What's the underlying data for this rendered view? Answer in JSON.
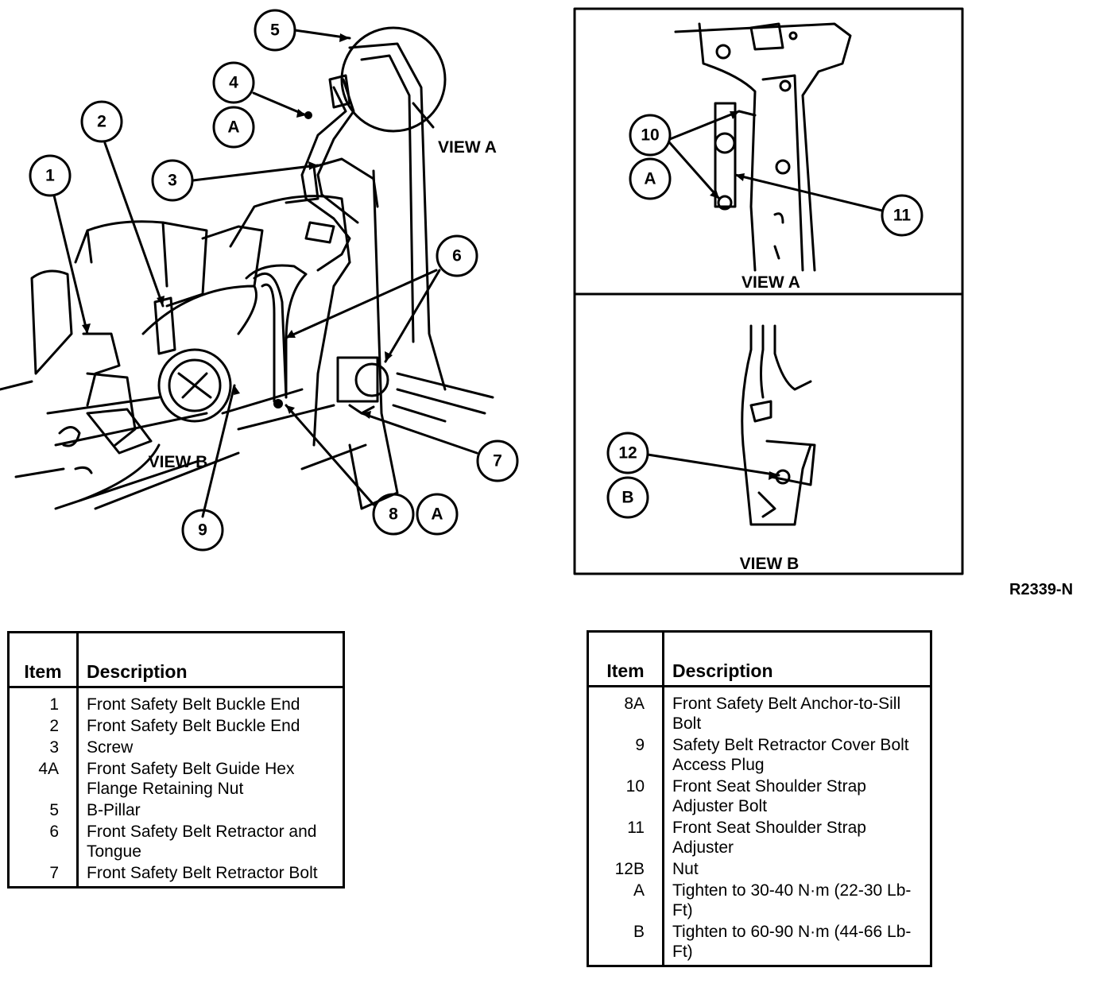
{
  "callouts": {
    "c1": "1",
    "c2": "2",
    "c3": "3",
    "c4": "4",
    "c4a": "A",
    "c5": "5",
    "c6": "6",
    "c7": "7",
    "c8": "8",
    "c8a": "A",
    "c9": "9",
    "c10": "10",
    "c10a": "A",
    "c11": "11",
    "c12": "12",
    "c12b": "B"
  },
  "view_labels": {
    "view_a_main": "VIEW A",
    "view_b_main": "VIEW B",
    "view_a_inset": "VIEW A",
    "view_b_inset": "VIEW B"
  },
  "figure_ref": "R2339-N",
  "table_left": {
    "header_item": "Item",
    "header_description": "Description",
    "rows": [
      {
        "item": "1",
        "description": "Front Safety Belt Buckle End"
      },
      {
        "item": "2",
        "description": "Front Safety Belt Buckle End"
      },
      {
        "item": "3",
        "description": "Screw"
      },
      {
        "item": "4A",
        "description": "Front Safety Belt Guide Hex Flange Retaining Nut"
      },
      {
        "item": "5",
        "description": "B-Pillar"
      },
      {
        "item": "6",
        "description": "Front Safety Belt Retractor and Tongue"
      },
      {
        "item": "7",
        "description": "Front Safety Belt Retractor Bolt"
      }
    ]
  },
  "table_right": {
    "header_item": "Item",
    "header_description": "Description",
    "rows": [
      {
        "item": "8A",
        "description": "Front Safety Belt Anchor-to-Sill Bolt"
      },
      {
        "item": "9",
        "description": "Safety Belt Retractor Cover Bolt Access Plug"
      },
      {
        "item": "10",
        "description": "Front Seat Shoulder Strap Adjuster Bolt"
      },
      {
        "item": "11",
        "description": "Front Seat Shoulder Strap Adjuster"
      },
      {
        "item": "12B",
        "description": "Nut"
      },
      {
        "item": "A",
        "description": "Tighten to 30-40 N·m (22-30 Lb-Ft)"
      },
      {
        "item": "B",
        "description": "Tighten to 60-90 N·m (44-66 Lb-Ft)"
      }
    ]
  }
}
